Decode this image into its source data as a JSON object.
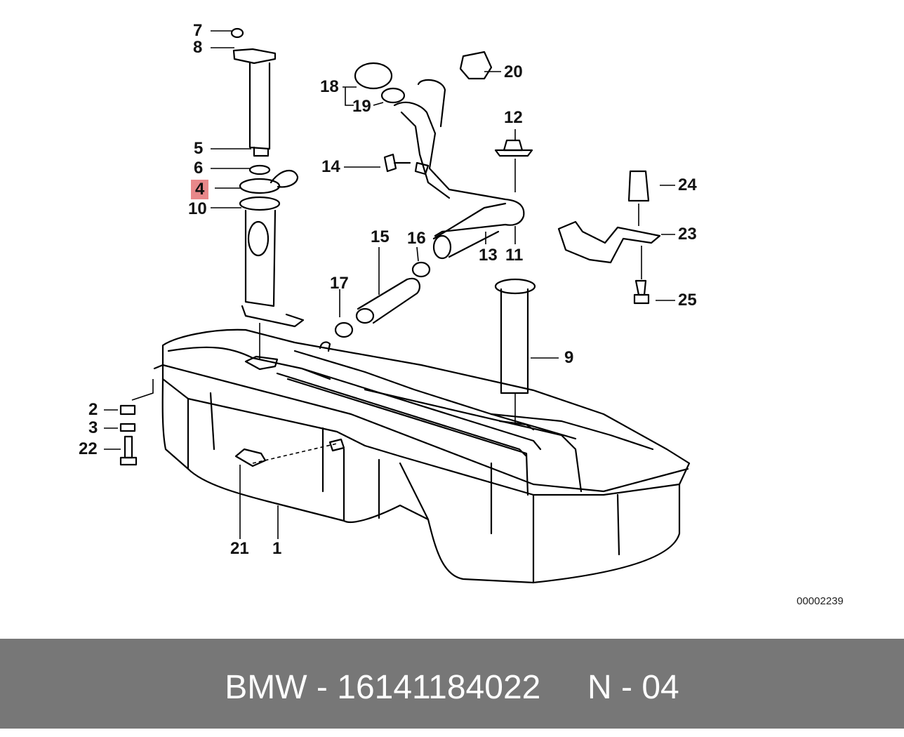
{
  "diagram": {
    "callouts": [
      {
        "id": "7",
        "label": "7"
      },
      {
        "id": "8",
        "label": "8"
      },
      {
        "id": "5",
        "label": "5"
      },
      {
        "id": "6",
        "label": "6"
      },
      {
        "id": "4",
        "label": "4",
        "highlighted": true
      },
      {
        "id": "10",
        "label": "10"
      },
      {
        "id": "18",
        "label": "18"
      },
      {
        "id": "19",
        "label": "19"
      },
      {
        "id": "20",
        "label": "20"
      },
      {
        "id": "12",
        "label": "12"
      },
      {
        "id": "14",
        "label": "14"
      },
      {
        "id": "24",
        "label": "24"
      },
      {
        "id": "23",
        "label": "23"
      },
      {
        "id": "15",
        "label": "15"
      },
      {
        "id": "16",
        "label": "16"
      },
      {
        "id": "13",
        "label": "13"
      },
      {
        "id": "11",
        "label": "11"
      },
      {
        "id": "25",
        "label": "25"
      },
      {
        "id": "17",
        "label": "17"
      },
      {
        "id": "9",
        "label": "9"
      },
      {
        "id": "2",
        "label": "2"
      },
      {
        "id": "3",
        "label": "3"
      },
      {
        "id": "22",
        "label": "22"
      },
      {
        "id": "21",
        "label": "21"
      },
      {
        "id": "1",
        "label": "1"
      }
    ],
    "highlight_color": "#e8888a",
    "reference_code": "00002239"
  },
  "footer": {
    "text": "BMW - 16141184022     N - 04",
    "background": "#777777",
    "color": "#ffffff"
  }
}
